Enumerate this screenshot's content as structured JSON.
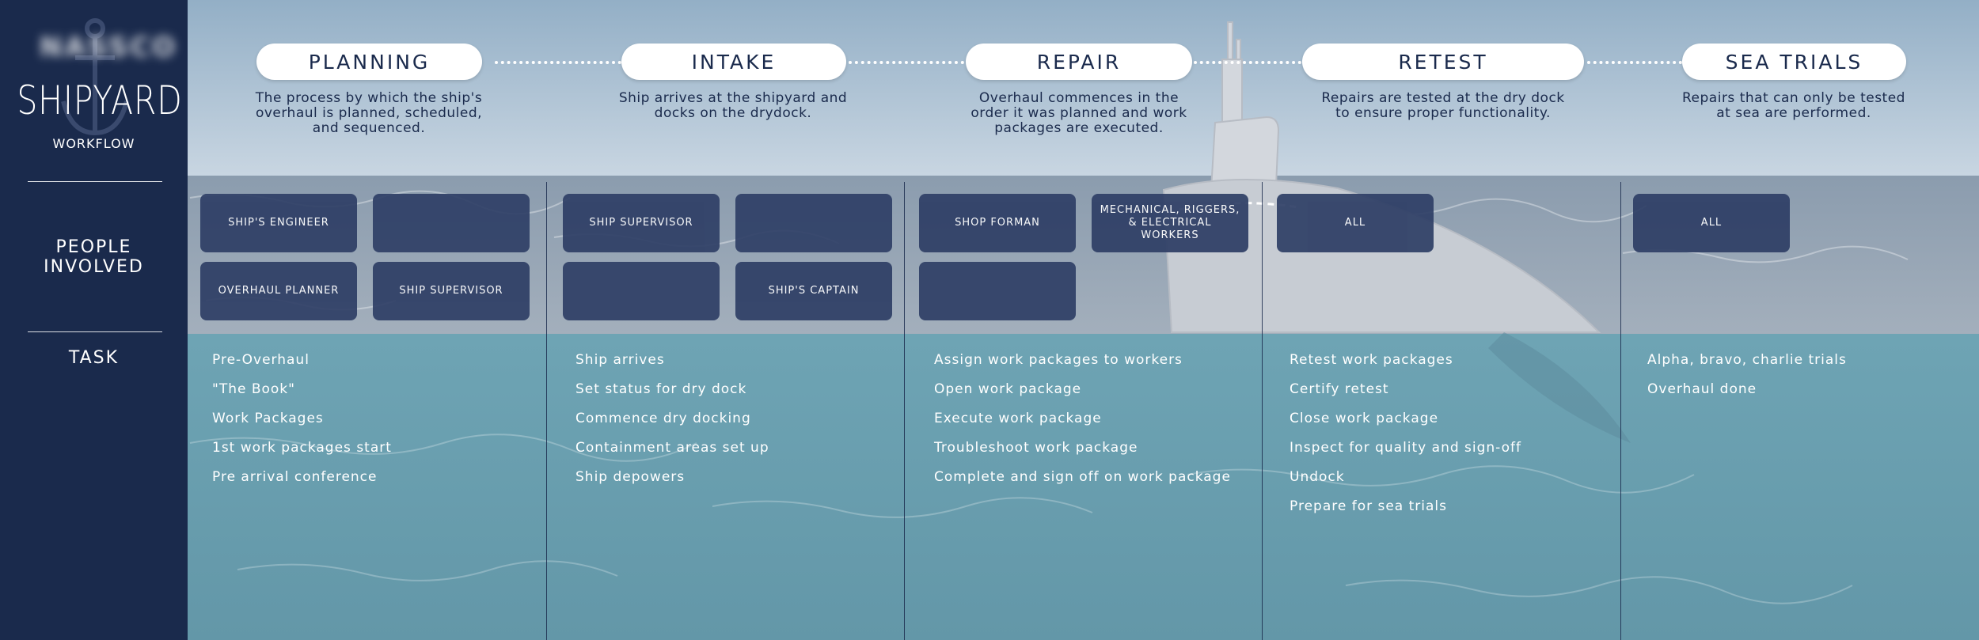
{
  "sidebar": {
    "brand_blurred": "NASSCO",
    "title": "SHIPYARD",
    "subtitle": "WORKFLOW",
    "row_people": "PEOPLE\nINVOLVED",
    "row_task": "TASK"
  },
  "phases": [
    {
      "name": "PLANNING",
      "description": "The process by which the ship's overhaul is planned, scheduled, and sequenced.",
      "people": [
        "SHIP'S ENGINEER",
        "",
        "OVERHAUL PLANNER",
        "SHIP SUPERVISOR"
      ],
      "tasks": [
        "Pre-Overhaul",
        "\"The Book\"",
        "Work Packages",
        "1st work packages start",
        "Pre arrival conference"
      ]
    },
    {
      "name": "INTAKE",
      "description": "Ship arrives at the shipyard and docks on the drydock.",
      "people": [
        "SHIP SUPERVISOR",
        "",
        "",
        "SHIP'S CAPTAIN"
      ],
      "tasks": [
        "Ship arrives",
        "Set status for dry dock",
        "Commence dry docking",
        "Containment areas set up",
        "Ship depowers"
      ]
    },
    {
      "name": "REPAIR",
      "description": "Overhaul commences in the order it was planned and work packages are executed.",
      "people": [
        "SHOP FORMAN",
        "MECHANICAL, RIGGERS, & ELECTRICAL WORKERS",
        ""
      ],
      "tasks": [
        "Assign work packages to workers",
        "Open work package",
        "Execute work package",
        "Troubleshoot work package",
        "Complete and sign off on work package"
      ]
    },
    {
      "name": "RETEST",
      "description": "Repairs are tested at the dry dock to ensure proper functionality.",
      "people": [
        "ALL"
      ],
      "tasks": [
        "Retest work packages",
        "Certify retest",
        "Close work package",
        "Inspect for quality and sign-off",
        "Undock",
        "Prepare for sea trials"
      ]
    },
    {
      "name": "SEA TRIALS",
      "description": "Repairs that can only be tested at sea are performed.",
      "people": [
        "ALL"
      ],
      "tasks": [
        "Alpha, bravo, charlie trials",
        "Overhaul done"
      ]
    }
  ]
}
